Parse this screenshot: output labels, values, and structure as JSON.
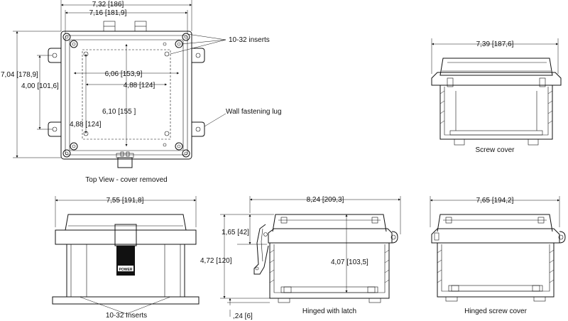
{
  "top_view": {
    "dim_overall_width": "7,32 [186]",
    "dim_inner_width": "7,16 [181,9]",
    "dim_overall_height": "7,04 [178,9]",
    "dim_mount_vertical": "4,00 [101,6]",
    "dim_insert_spacing_h1": "6,06 [153,9]",
    "dim_insert_spacing_h2": "4,88 [124]",
    "dim_insert_spacing_v1": "6,10 [155 ]",
    "dim_insert_spacing_v2": "4,88 [124]",
    "callout_inserts": "10-32 inserts",
    "callout_lug": "Wall fastening lug",
    "caption": "Top View - cover removed"
  },
  "screw_cover": {
    "dim_width": "7,39 [187,6]",
    "caption": "Screw cover"
  },
  "front_view": {
    "dim_width": "7,55 [191,8]",
    "callout_inserts": "10-32 Inserts",
    "latch_label": "POWER"
  },
  "hinged_latch": {
    "dim_width": "8,24 [209,3]",
    "dim_cover_height": "1,65 [42]",
    "dim_total_height": "4,72 [120]",
    "dim_inner_depth": "4,07 [103,5]",
    "dim_foot": ",24 [6]",
    "caption": "Hinged with latch"
  },
  "hinged_screw": {
    "dim_width": "7,65 [194,2]",
    "caption": "Hinged screw cover"
  }
}
